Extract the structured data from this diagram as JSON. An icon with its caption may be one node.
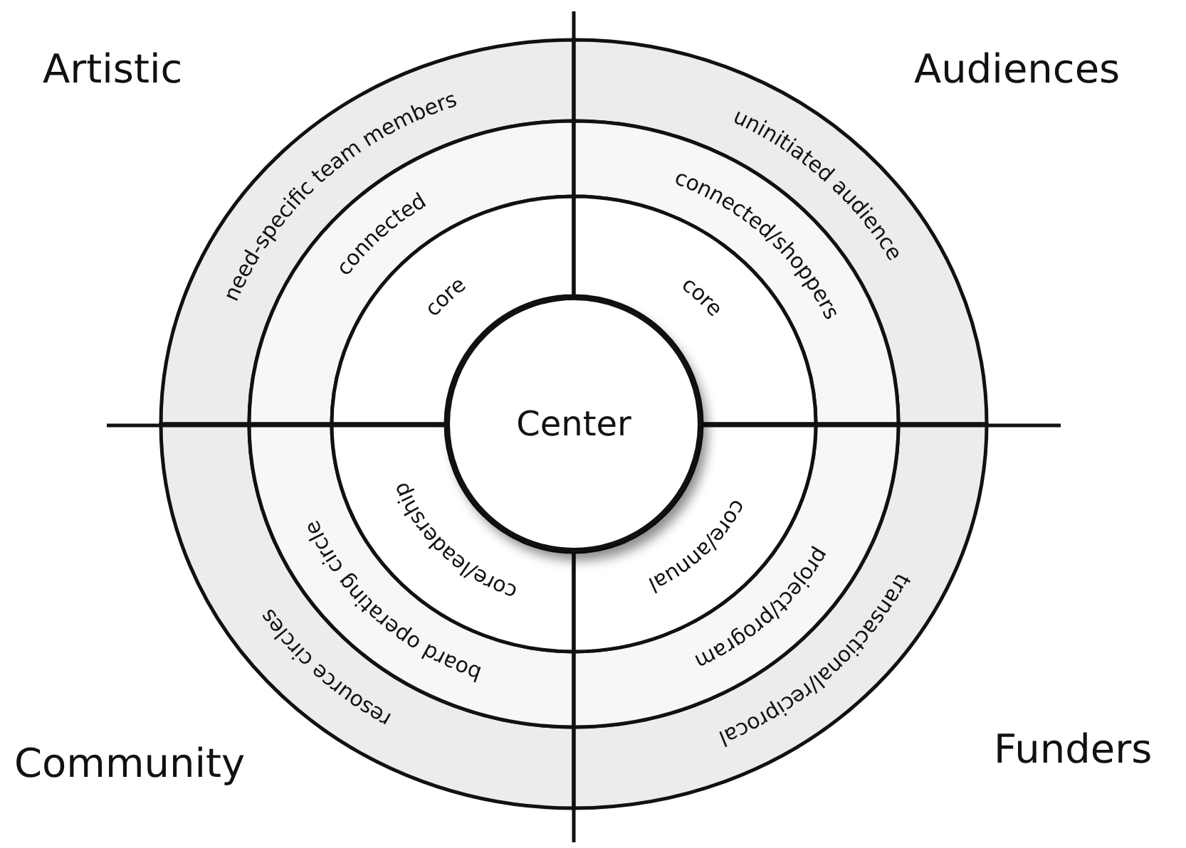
{
  "diagram": {
    "nodes": [
      {
        "text": [
          "Center"
        ]
      },
      {
        "text": [
          "need-specific team members"
        ]
      },
      {
        "text": [
          "connected"
        ]
      },
      {
        "text": [
          "core"
        ]
      },
      {
        "text": [
          "uninitiated audience"
        ]
      },
      {
        "text": [
          "connected/shoppers"
        ]
      },
      {
        "text": [
          "core"
        ]
      },
      {
        "text": [
          "resource circles"
        ]
      },
      {
        "text": [
          "board operating circle"
        ]
      },
      {
        "text": [
          "core/leadership"
        ]
      },
      {
        "text": [
          "transactional/reciprocal"
        ]
      },
      {
        "text": [
          "project/program"
        ]
      },
      {
        "text": [
          "core/annual"
        ]
      }
    ],
    "labels": [
      "Artistic",
      "Audiences",
      "Community",
      "Funders"
    ]
  }
}
